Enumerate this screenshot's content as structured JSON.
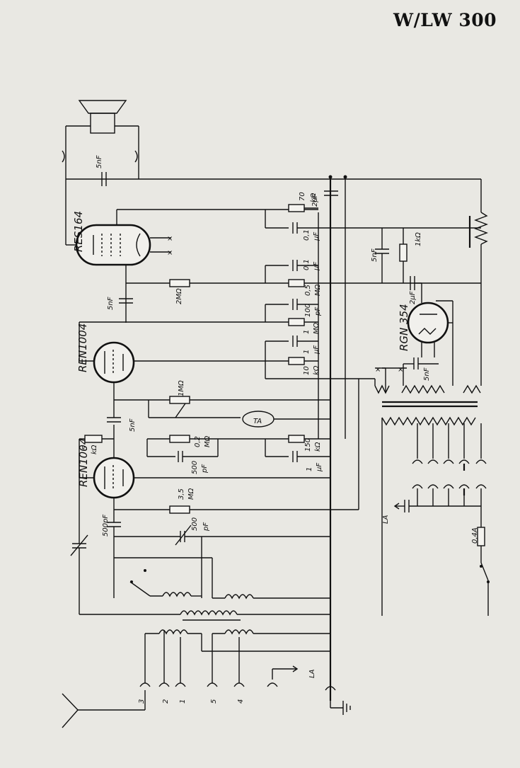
{
  "title": "W/LW 300",
  "tubes": {
    "res164": "RES164",
    "ren1004_top": "REN1004",
    "ren1004_bottom": "REN1004",
    "rgn354": "RGN 354"
  },
  "components": {
    "spk_cap": "5nF",
    "c_70k_a": "70",
    "c_70k_b": "kΩ",
    "c_2uF_a": "2μF",
    "c_01_a": "0,1",
    "c_01_b": "μF",
    "c_01b_a": "0,1",
    "c_01b_b": "μF",
    "r_05_a": "0,5",
    "r_05_b": "MΩ",
    "c_100_a": "100",
    "c_100_b": "pF",
    "r_1M_a": "1",
    "r_1M_b": "MΩ",
    "c_1uF_a": "1",
    "c_1uF_b": "μF",
    "r_10k_a": "10",
    "r_10k_b": "kΩ",
    "r_2M": "2MΩ",
    "c_5nF_g": "5nF",
    "c_5nF_mid": "5nF",
    "pot_1M": "1MΩ",
    "r_02_a": "0,2",
    "r_02_b": "MΩ",
    "ta": "TA",
    "r_150_a": "150",
    "r_150_b": "kΩ",
    "c_1uF2_a": "1",
    "c_1uF2_b": "μF",
    "c_500_a": "500",
    "c_500_b": "pF",
    "r_5k_a": "5",
    "r_5k_b": "kΩ",
    "r_35_a": "3,5",
    "r_35_b": "MΩ",
    "c_500pF_g": "500pF",
    "c_500v_a": "500",
    "c_500v_b": "pF",
    "c_5nF_rect": "5nF",
    "r_1k": "1kΩ",
    "c_2uF_rect": "2μF",
    "c_5nF_rect2": "5nF",
    "fuse": "0,4A",
    "la_mains": "LA",
    "la_ant": "LA"
  },
  "terminals": [
    "3",
    "2",
    "1",
    "5",
    "4"
  ]
}
